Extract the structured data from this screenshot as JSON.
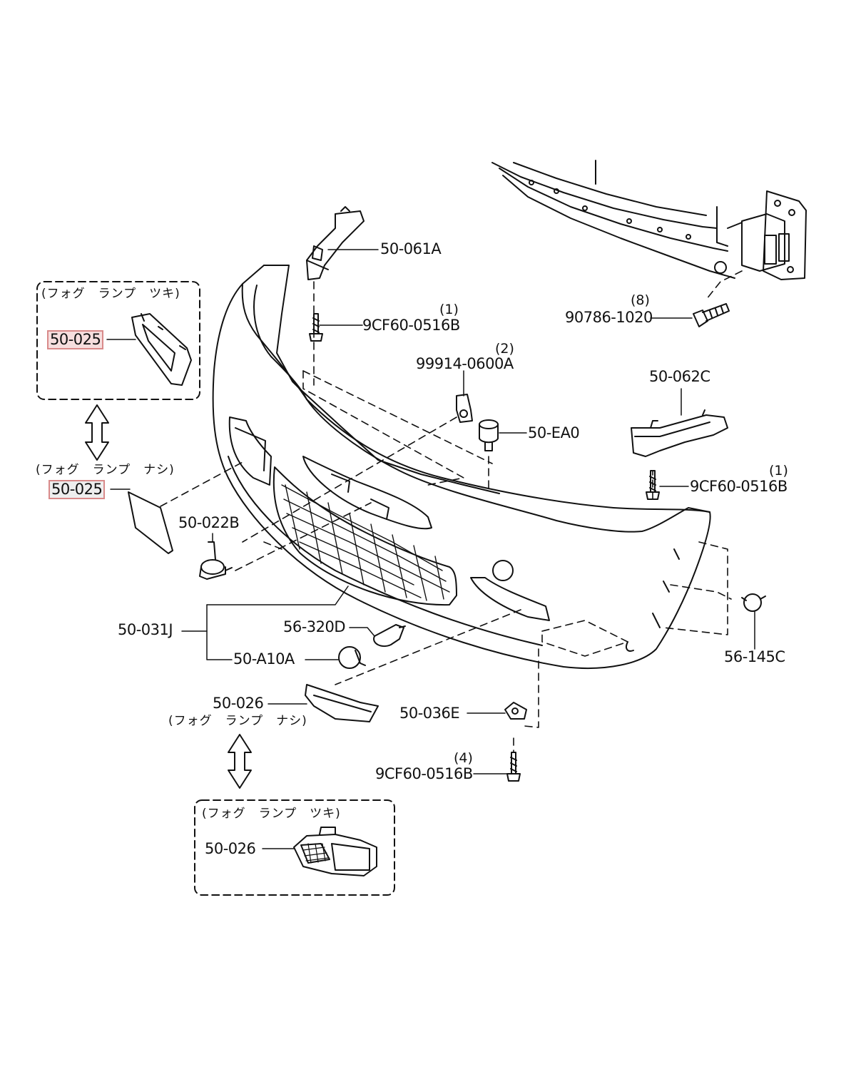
{
  "labels": {
    "fog_lamp_with": "(フォグ　ランプ　ツキ)",
    "fog_lamp_without": "(フォグ　ランプ　ナシ)",
    "p50_025_a": "50-025",
    "p50_025_b": "50-025",
    "p50_061A": "50-061A",
    "p9CF60_1": "9CF60-0516B",
    "qty_1a": "(1)",
    "p99914": "99914-0600A",
    "qty_2": "(2)",
    "p50_EA0": "50-EA0",
    "p90786": "90786-1020",
    "qty_8": "(8)",
    "p50_062C": "50-062C",
    "p9CF60_2": "9CF60-0516B",
    "qty_1b": "(1)",
    "p50_022B": "50-022B",
    "p50_031J": "50-031J",
    "p56_320D": "56-320D",
    "p50_A10A": "50-A10A",
    "p56_145C": "56-145C",
    "p50_026_a": "50-026",
    "fog_lamp_without_2": "(フォグ　ランプ　ナシ)",
    "p50_036E": "50-036E",
    "p9CF60_4": "9CF60-0516B",
    "qty_4": "(4)",
    "fog_lamp_with_2": "(フォグ　ランプ　ツキ)",
    "p50_026_b": "50-026"
  },
  "colors": {
    "line": "#111111",
    "highlight_border": "#d98a8a",
    "highlight_fill": "#f6dede"
  }
}
